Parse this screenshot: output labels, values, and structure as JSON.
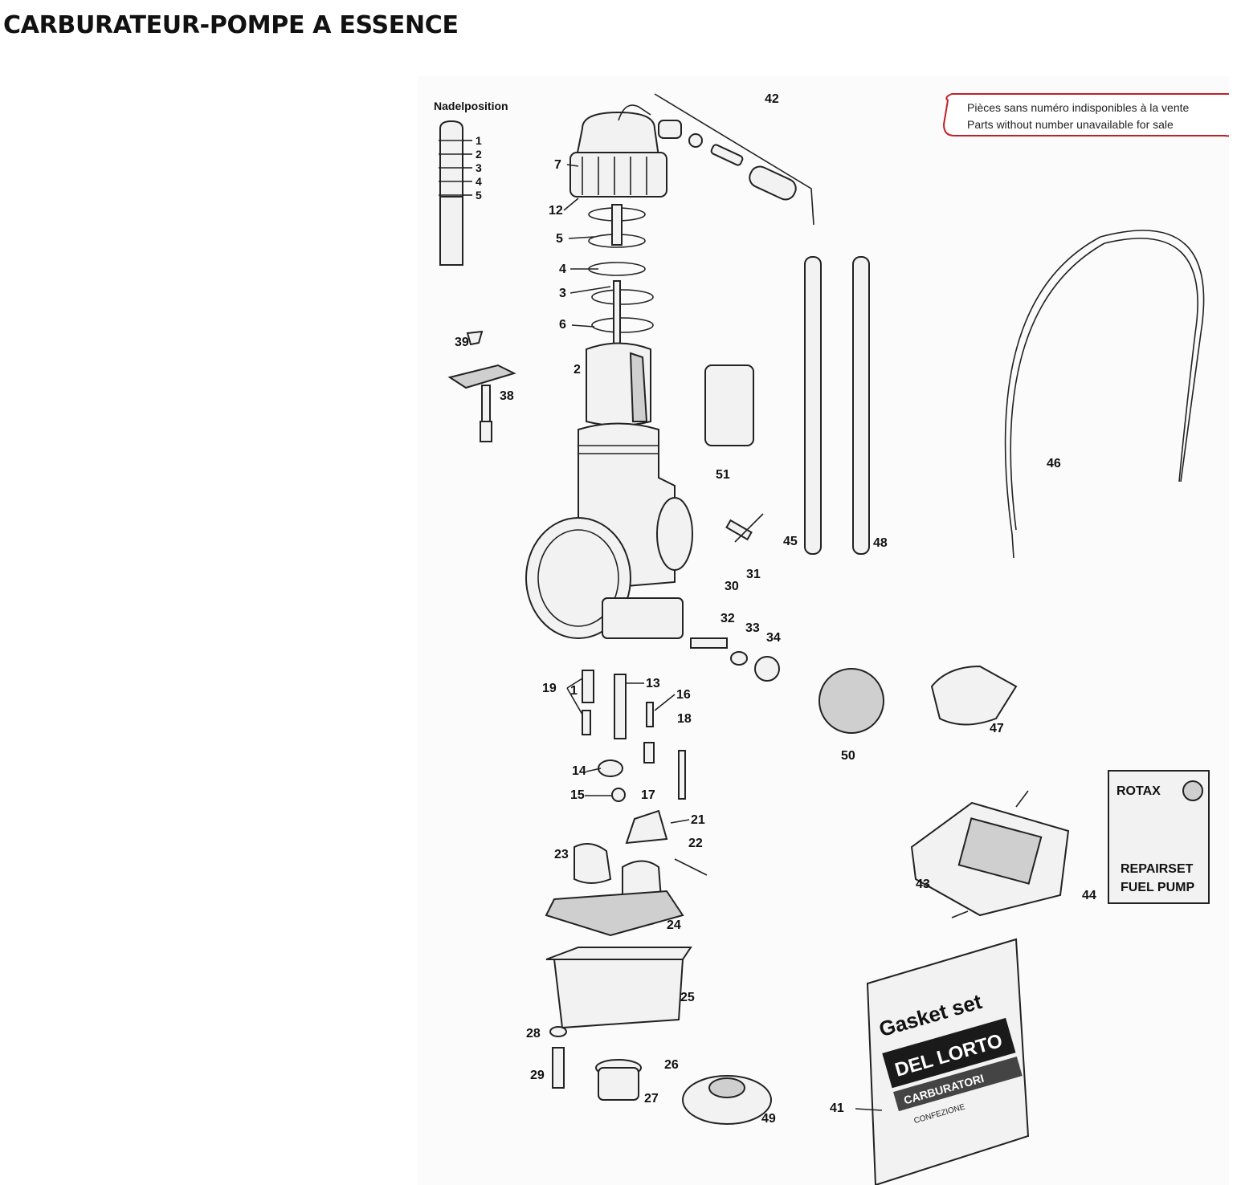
{
  "page": {
    "title": "CARBURATEUR-POMPE A ESSENCE"
  },
  "diagram": {
    "note_line1": "Pièces sans numéro indisponibles à la vente",
    "note_line2": "Parts without number unavailable for sale",
    "needle_label": "Nadelposition",
    "needle_positions": [
      "1",
      "2",
      "3",
      "4",
      "5"
    ],
    "parts": [
      "1",
      "2",
      "3",
      "4",
      "5",
      "6",
      "7",
      "12",
      "13",
      "14",
      "15",
      "16",
      "17",
      "18",
      "19",
      "21",
      "22",
      "23",
      "24",
      "25",
      "26",
      "27",
      "28",
      "29",
      "30",
      "31",
      "32",
      "33",
      "34",
      "38",
      "39",
      "41",
      "42",
      "43",
      "44",
      "45",
      "46",
      "47",
      "48",
      "49",
      "50",
      "51"
    ],
    "rotax_box": {
      "brand": "ROTAX",
      "line1": "REPAIRSET",
      "line2": "FUEL PUMP"
    },
    "gasket_bag": {
      "line1": "Gasket set",
      "brand": "DEL LORTO",
      "line2": "CARBURATORI",
      "line3": "CONFEZIONE"
    }
  },
  "colors": {
    "note_border": "#c0202a",
    "ink": "#222222",
    "background": "#ffffff"
  }
}
